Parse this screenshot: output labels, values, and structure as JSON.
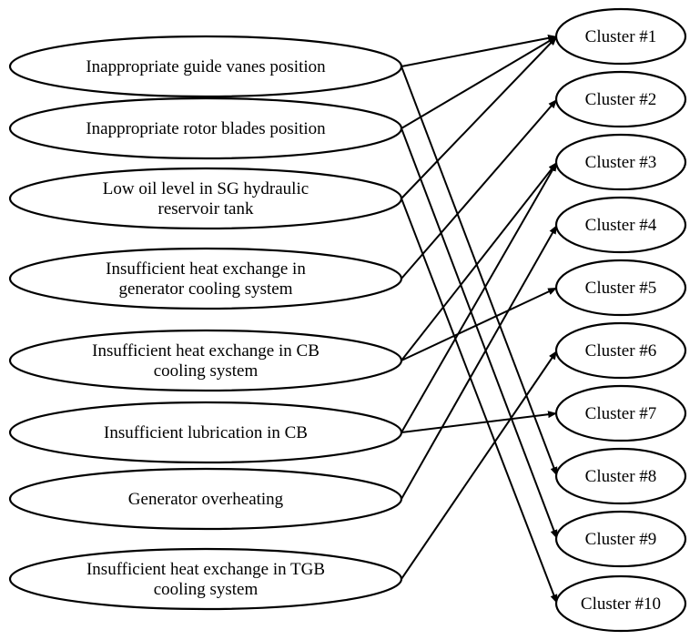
{
  "causes": [
    {
      "id": "c1",
      "lines": [
        "Inappropriate guide vanes position"
      ]
    },
    {
      "id": "c2",
      "lines": [
        "Inappropriate rotor blades position"
      ]
    },
    {
      "id": "c3",
      "lines": [
        "Low oil level in SG hydraulic",
        "reservoir tank"
      ]
    },
    {
      "id": "c4",
      "lines": [
        "Insufficient heat exchange in",
        "generator cooling system"
      ]
    },
    {
      "id": "c5",
      "lines": [
        "Insufficient heat exchange in CB",
        "cooling system"
      ]
    },
    {
      "id": "c6",
      "lines": [
        "Insufficient lubrication in CB"
      ]
    },
    {
      "id": "c7",
      "lines": [
        "Generator overheating"
      ]
    },
    {
      "id": "c8",
      "lines": [
        "Insufficient heat exchange in TGB",
        "cooling system"
      ]
    }
  ],
  "clusters": [
    {
      "id": "k1",
      "label": "Cluster #1"
    },
    {
      "id": "k2",
      "label": "Cluster #2"
    },
    {
      "id": "k3",
      "label": "Cluster #3"
    },
    {
      "id": "k4",
      "label": "Cluster #4"
    },
    {
      "id": "k5",
      "label": "Cluster #5"
    },
    {
      "id": "k6",
      "label": "Cluster #6"
    },
    {
      "id": "k7",
      "label": "Cluster #7"
    },
    {
      "id": "k8",
      "label": "Cluster #8"
    },
    {
      "id": "k9",
      "label": "Cluster #9"
    },
    {
      "id": "k10",
      "label": "Cluster #10"
    }
  ],
  "edges": [
    {
      "from": "c1",
      "to": "k1"
    },
    {
      "from": "c1",
      "to": "k8"
    },
    {
      "from": "c2",
      "to": "k1"
    },
    {
      "from": "c2",
      "to": "k9"
    },
    {
      "from": "c3",
      "to": "k1"
    },
    {
      "from": "c3",
      "to": "k10"
    },
    {
      "from": "c4",
      "to": "k2"
    },
    {
      "from": "c5",
      "to": "k3"
    },
    {
      "from": "c5",
      "to": "k5"
    },
    {
      "from": "c6",
      "to": "k3"
    },
    {
      "from": "c6",
      "to": "k7"
    },
    {
      "from": "c7",
      "to": "k4"
    },
    {
      "from": "c8",
      "to": "k6"
    }
  ]
}
